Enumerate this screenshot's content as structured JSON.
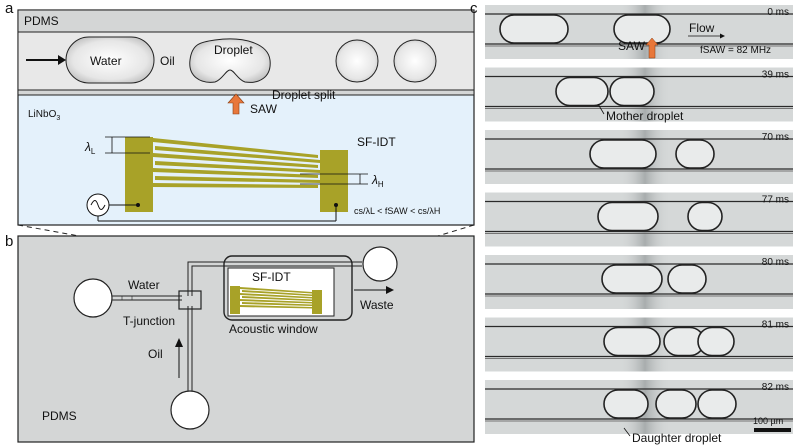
{
  "panels": {
    "a": {
      "label": "a",
      "pdms": "PDMS",
      "water": "Water",
      "oil": "Oil",
      "droplet": "Droplet",
      "substrate": "LiNbO",
      "substrate_sub": "3",
      "droplet_split": "Droplet split",
      "saw": "SAW",
      "idt": "SF-IDT",
      "lambda_l": "λ",
      "lambda_l_sub": "L",
      "lambda_h": "λ",
      "lambda_h_sub": "H",
      "freq_condition": "cs/λL < fSAW < cs/λH"
    },
    "b": {
      "label": "b",
      "water": "Water",
      "tjunction": "T-junction",
      "oil": "Oil",
      "idt": "SF-IDT",
      "acoustic_window": "Acoustic window",
      "waste": "Waste",
      "pdms": "PDMS"
    },
    "c": {
      "label": "c",
      "flow": "Flow",
      "saw": "SAW",
      "fsaw": "fSAW = 82 MHz",
      "mother": "Mother droplet",
      "daughter": "Daughter droplet",
      "scale": "100 µm",
      "frames": [
        "0 ms",
        "39 ms",
        "70 ms",
        "77 ms",
        "80 ms",
        "81 ms",
        "82 ms"
      ]
    }
  },
  "colors": {
    "pdms_gray": "#d4d6d6",
    "substrate_blue": "#e4f1fb",
    "idt_green": "#a8a228",
    "saw_orange": "#e8773a"
  }
}
